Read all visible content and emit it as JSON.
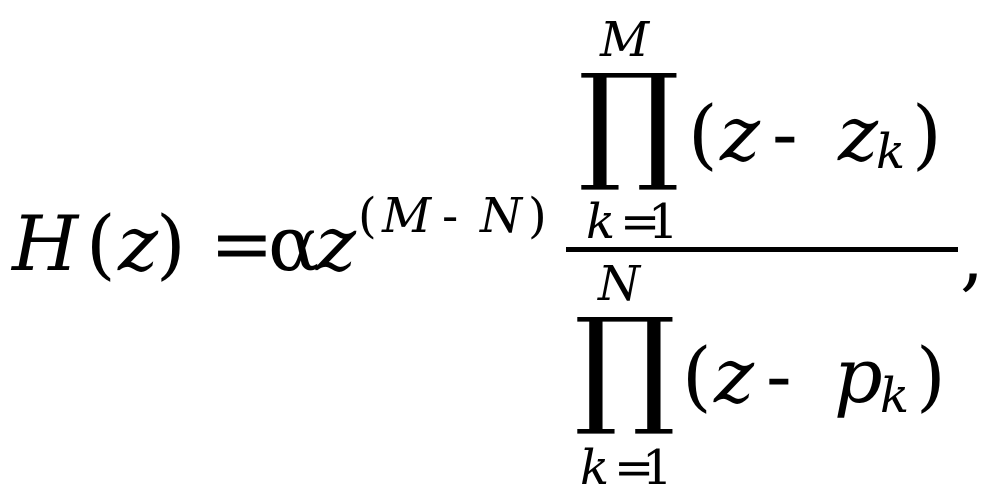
{
  "formula": {
    "lhs": {
      "func": "H",
      "lparen": "(",
      "var": "z",
      "rparen": ")"
    },
    "equals": "=",
    "alpha": "α",
    "z": "z",
    "exponent": {
      "lparen": "(",
      "m": "M",
      "minus": "-",
      "n": "N",
      "rparen": ")"
    },
    "numerator": {
      "upper": "M",
      "product": "∏",
      "lower_var": "k",
      "lower_eq": "=",
      "lower_val": "1",
      "lparen": "(",
      "z": "z",
      "minus": "-",
      "term": "z",
      "sub": "k",
      "rparen": ")"
    },
    "denominator": {
      "upper": "N",
      "product": "∏",
      "lower_var": "k",
      "lower_eq": "=",
      "lower_val": "1",
      "lparen": "(",
      "z": "z",
      "minus": "-",
      "term": "p",
      "sub": "k",
      "rparen": ")"
    },
    "trailing": ","
  }
}
